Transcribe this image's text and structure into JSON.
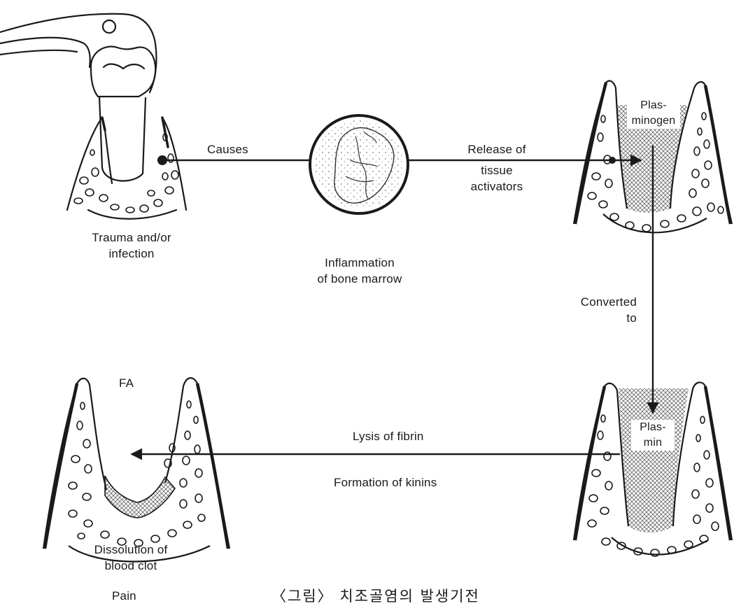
{
  "stages": {
    "trauma": [
      "Trauma and/or",
      "infection"
    ],
    "inflammation": [
      "Inflammation",
      "of bone marrow"
    ],
    "dissolution": [
      "Dissolution of",
      "blood clot"
    ],
    "pain": "Pain",
    "fa": "FA"
  },
  "socket_labels": {
    "plasminogen": [
      "Plas-",
      "minogen"
    ],
    "plasmin": [
      "Plas-",
      "min"
    ]
  },
  "edges": {
    "causes": "Causes",
    "release": [
      "Release of",
      "tissue",
      "activators"
    ],
    "converted": [
      "Converted",
      "to"
    ],
    "lysis": "Lysis of fibrin",
    "kinins": "Formation of kinins"
  },
  "caption": "〈그림〉 치조골염의 발생기전",
  "colors": {
    "ink": "#1a1a1a",
    "hatch": "#6e6e6e",
    "paper": "#ffffff"
  }
}
